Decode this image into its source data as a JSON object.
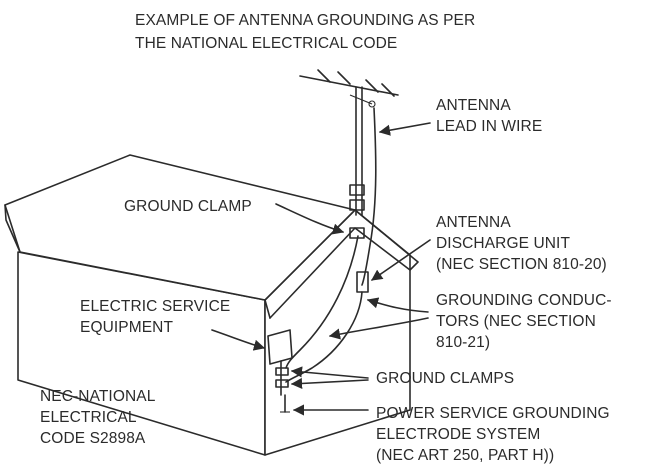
{
  "title": {
    "line1": "EXAMPLE OF ANTENNA GROUNDING AS PER",
    "line2": "THE NATIONAL ELECTRICAL CODE"
  },
  "labels": {
    "antenna_lead": {
      "line1": "ANTENNA",
      "line2": "LEAD IN WIRE"
    },
    "ground_clamp": {
      "line1": "GROUND CLAMP"
    },
    "discharge_unit": {
      "line1": "ANTENNA",
      "line2": "DISCHARGE UNIT",
      "line3": "(NEC SECTION 810-20)"
    },
    "grounding_conductors": {
      "line1": "GROUNDING CONDUC-",
      "line2": "TORS (NEC SECTION",
      "line3": "810-21)"
    },
    "service_equipment": {
      "line1": "ELECTRIC SERVICE",
      "line2": "EQUIPMENT"
    },
    "ground_clamps": {
      "line1": "GROUND CLAMPS"
    },
    "nec_note": {
      "line1": "NEC-NATIONAL",
      "line2": "ELECTRICAL",
      "line3": "CODE S2898A"
    },
    "electrode_system": {
      "line1": "POWER SERVICE GROUNDING",
      "line2": "ELECTRODE SYSTEM",
      "line3": "(NEC ART 250, PART H))"
    }
  },
  "icons": {
    "antenna": "antenna-icon",
    "house": "house-icon"
  },
  "colors": {
    "ink": "#2b2b2b",
    "background": "#ffffff"
  }
}
